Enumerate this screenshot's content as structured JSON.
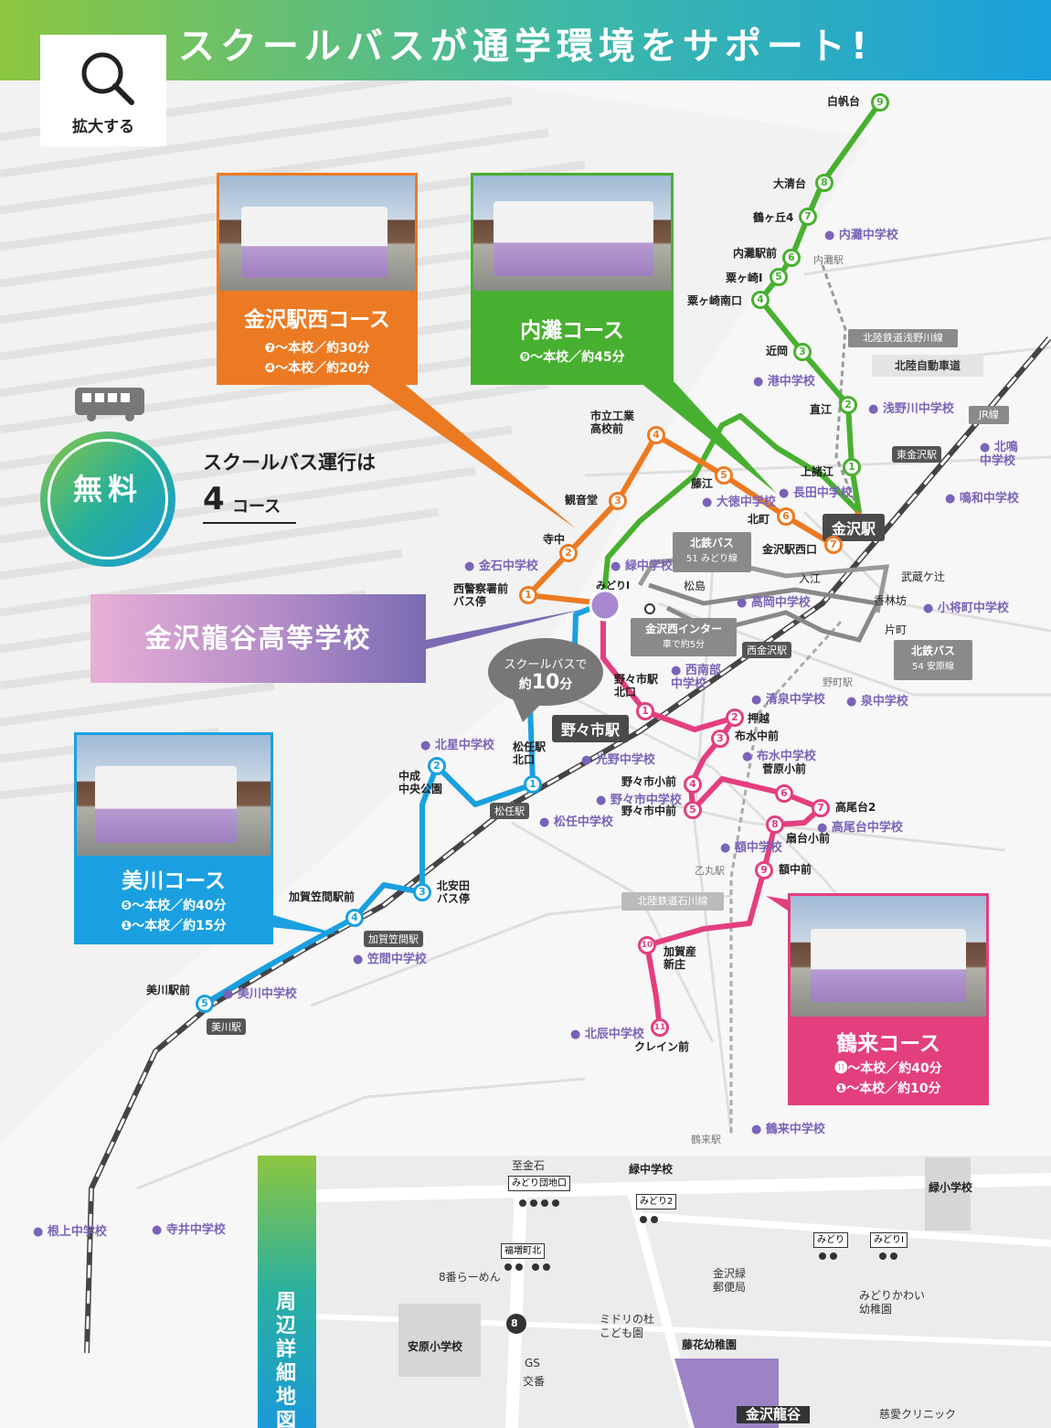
{
  "header": {
    "title": "スクールバスが通学環境をサポート!"
  },
  "zoom_button": {
    "label": "拡大する",
    "icon": "search-icon"
  },
  "free_badge": {
    "label": "無料"
  },
  "operation": {
    "text": "スクールバス運行は",
    "count": "4",
    "unit": "コース"
  },
  "school": {
    "name": "金沢龍谷高等学校",
    "stop": "みどりI"
  },
  "shuttle": {
    "line1": "スクールバスで",
    "line2_prefix": "約",
    "line2_value": "10",
    "line2_unit": "分"
  },
  "courses": {
    "kanazawa_west": {
      "title": "金沢駅西コース",
      "line1": "❼～本校／約30分",
      "line2": "❹～本校／約20分",
      "color": "#ec7a22"
    },
    "uchinada": {
      "title": "内灘コース",
      "line1": "❾～本校／約45分",
      "color": "#48b030"
    },
    "mikawa": {
      "title": "美川コース",
      "line1": "❺～本校／約40分",
      "line2": "❶～本校／約15分",
      "color": "#1aa0e0"
    },
    "tsurugi": {
      "title": "鶴来コース",
      "line1": "⓫～本校／約40分",
      "line2": "❶～本校／約10分",
      "color": "#e33f7e"
    }
  },
  "green_stops": [
    {
      "n": "9",
      "label": "白帆台"
    },
    {
      "n": "8",
      "label": "大清台"
    },
    {
      "n": "7",
      "label": "鶴ヶ丘4"
    },
    {
      "n": "6",
      "label": "内灘駅前"
    },
    {
      "n": "5",
      "label": "粟ヶ崎Ⅰ"
    },
    {
      "n": "4",
      "label": "粟ヶ崎南口"
    },
    {
      "n": "3",
      "label": "近岡"
    },
    {
      "n": "2",
      "label": "直江"
    },
    {
      "n": "1",
      "label": "上諸江"
    }
  ],
  "orange_stops": [
    {
      "n": "1",
      "label": "西警察署前\nバス停"
    },
    {
      "n": "2",
      "label": "寺中"
    },
    {
      "n": "3",
      "label": "観音堂"
    },
    {
      "n": "4",
      "label": "市立工業\n高校前"
    },
    {
      "n": "5",
      "label": "藤江"
    },
    {
      "n": "6",
      "label": "北町"
    },
    {
      "n": "7",
      "label": "金沢駅西口"
    }
  ],
  "blue_stops": [
    {
      "n": "1",
      "label": "松任駅\n北口"
    },
    {
      "n": "2",
      "label": "中成\n中央公園"
    },
    {
      "n": "3",
      "label": "北安田\nバス停"
    },
    {
      "n": "4",
      "label": "加賀笠間駅前"
    },
    {
      "n": "5",
      "label": "美川駅前"
    }
  ],
  "pink_stops": [
    {
      "n": "1",
      "label": "野々市駅\n北口"
    },
    {
      "n": "2",
      "label": "押越"
    },
    {
      "n": "3",
      "label": "布水中前"
    },
    {
      "n": "4",
      "label": "野々市小前"
    },
    {
      "n": "5",
      "label": "野々市中前"
    },
    {
      "n": "6",
      "label": "菅原小前"
    },
    {
      "n": "7",
      "label": "高尾台2"
    },
    {
      "n": "8",
      "label": "扇台小前"
    },
    {
      "n": "9",
      "label": "額中前"
    },
    {
      "n": "10",
      "label": "加賀産\n新庄"
    },
    {
      "n": "11",
      "label": "クレイン前"
    }
  ],
  "schools": [
    "内灘中学校",
    "港中学校",
    "浅野川中学校",
    "北鳴\n中学校",
    "鳴和中学校",
    "長田中学校",
    "大徳中学校",
    "金石中学校",
    "緑中学校",
    "高岡中学校",
    "小将町中学校",
    "西南部\n中学校",
    "清泉中学校",
    "泉中学校",
    "北星中学校",
    "光野中学校",
    "布水中学校",
    "野々市中学校",
    "松任中学校",
    "高尾台中学校",
    "額中学校",
    "笠間中学校",
    "美川中学校",
    "北辰中学校",
    "鶴来中学校",
    "根上中学校",
    "寺井中学校"
  ],
  "stations": {
    "kanazawa": "金沢駅",
    "nonoichi": "野々市駅",
    "matto": "松任駅",
    "kaga_kasama": "加賀笠間駅",
    "mikawa": "美川駅",
    "higashi_kanazawa": "東金沢駅",
    "nishi_kanazawa": "西金沢駅",
    "uchinada": "内灘駅",
    "nonoichi_small": "野町駅",
    "otomaru": "乙丸駅",
    "tsurugi": "鶴来駅"
  },
  "lines": {
    "asanogawa": "北陸鉄道浅野川線",
    "expressway": "北陸自動車道",
    "jr": "JR線",
    "ishikawa": "北陸鉄道石川線"
  },
  "hokutetsu_bus_1": {
    "title": "北鉄バス",
    "sub": "51 みどり線"
  },
  "hokutetsu_bus_2": {
    "title": "北鉄バス",
    "sub": "54 安原線"
  },
  "interchange": {
    "title": "金沢西インター",
    "sub": "車で約5分"
  },
  "places": {
    "matsushima": "松島",
    "irie": "入江",
    "musashi": "武蔵ケ辻",
    "korinbo": "香林坊",
    "katamachi": "片町"
  },
  "detail_map": {
    "side_label": "周辺詳細地図",
    "labels": {
      "kanaishi": "至金石",
      "midori_danchi": "みどり団地口",
      "midori_jhs": "緑中学校",
      "midori2": "みどり2",
      "midori_elem": "緑小学校",
      "fukumasu": "福増町北",
      "midori": "みどり",
      "midori1": "みどりI",
      "hachiban": "8番らーめん",
      "post": "金沢緑\n郵便局",
      "kindergarten1": "みどりかわい\n幼稚園",
      "route": "8",
      "yasuhara": "安原小学校",
      "kodomo": "ミドリの杜\nこども園",
      "fujihana": "藤花幼稚園",
      "gs": "GS",
      "koban": "交番",
      "ryukoku": "金沢龍谷",
      "clinic": "慈愛クリニック"
    }
  }
}
